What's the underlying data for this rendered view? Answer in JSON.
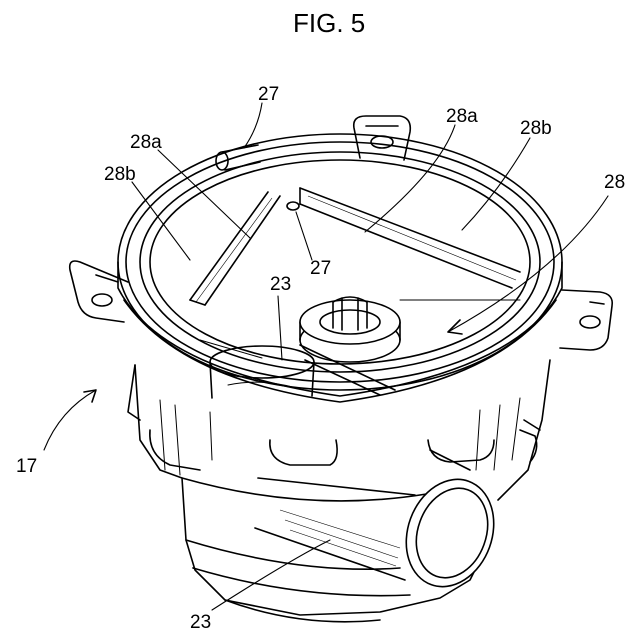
{
  "figure": {
    "title": "FIG. 5",
    "labels": {
      "ref_17": "17",
      "ref_23_upper": "23",
      "ref_23_lower": "23",
      "ref_27_upper": "27",
      "ref_27_lower": "27",
      "ref_28": "28",
      "ref_28a_left": "28a",
      "ref_28a_right": "28a",
      "ref_28b_left": "28b",
      "ref_28b_right": "28b"
    }
  }
}
